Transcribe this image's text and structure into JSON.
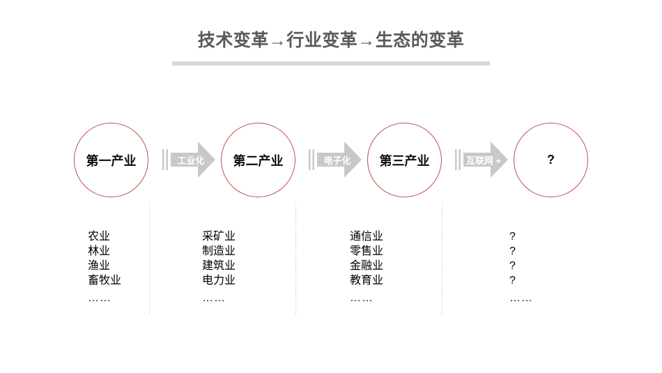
{
  "title": {
    "text": "技术变革→行业变革→生态的变革"
  },
  "stages": [
    {
      "label": "第一产业",
      "items": [
        "农业",
        "林业",
        "渔业",
        "畜牧业",
        "……"
      ]
    },
    {
      "label": "第二产业",
      "items": [
        "采矿业",
        "制造业",
        "建筑业",
        "电力业",
        "……"
      ]
    },
    {
      "label": "第三产业",
      "items": [
        "通信业",
        "零售业",
        "金融业",
        "教育业",
        "……"
      ]
    },
    {
      "label": "?",
      "items": [
        "?",
        "?",
        "?",
        "?",
        "……"
      ]
    }
  ],
  "arrows": [
    {
      "label": "工业化"
    },
    {
      "label": "电子化"
    },
    {
      "label": "互联网 +"
    }
  ],
  "colors": {
    "title_text": "#595959",
    "title_underline": "#d9d9d9",
    "circle_border": "#c0504d",
    "circle_fill": "#ffffff",
    "arrow_fill": "#c8c8c8",
    "arrow_text": "#ffffff",
    "divider": "#d9d9d9",
    "list_text": "#000000"
  }
}
